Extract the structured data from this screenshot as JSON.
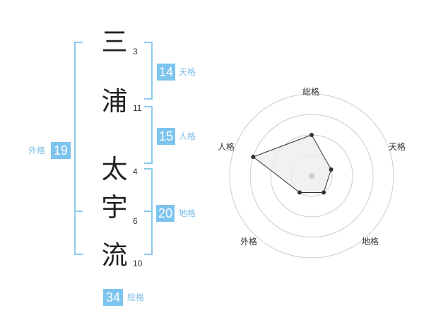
{
  "name": {
    "chars": [
      {
        "char": "三",
        "strokes": "3"
      },
      {
        "char": "浦",
        "strokes": "11"
      },
      {
        "char": "太",
        "strokes": "4"
      },
      {
        "char": "宇",
        "strokes": "6"
      },
      {
        "char": "流",
        "strokes": "10"
      }
    ]
  },
  "kakusu": {
    "tenkaku": {
      "value": "14",
      "label": "天格"
    },
    "jinkaku": {
      "value": "15",
      "label": "人格"
    },
    "chikaku": {
      "value": "20",
      "label": "地格"
    },
    "gaikaku": {
      "value": "19",
      "label": "外格"
    },
    "soukaku": {
      "value": "34",
      "label": "総格"
    }
  },
  "radar": {
    "labels": [
      "総格",
      "天格",
      "地格",
      "外格",
      "人格"
    ],
    "levels": 4,
    "scores": [
      2,
      1,
      1,
      1,
      3
    ],
    "colors": {
      "ring": "#cccccc",
      "fill": "#eeeeee",
      "line": "#333333",
      "point": "#333333",
      "center": "#cccccc"
    }
  },
  "colors": {
    "accent": "#7cc3ee",
    "bracket": "#8ec9ec"
  }
}
